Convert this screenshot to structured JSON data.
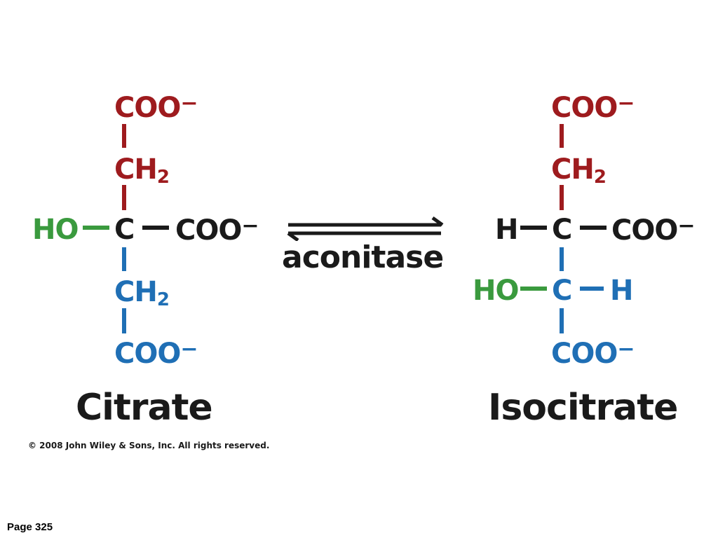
{
  "citrate": {
    "top_group": "COO",
    "top_charge": "−",
    "ch2_upper": "CH",
    "ch2_upper_sub": "2",
    "left_group": "HO",
    "center": "C",
    "right_group": "COO",
    "right_charge": "−",
    "ch2_lower": "CH",
    "ch2_lower_sub": "2",
    "bottom_group": "COO",
    "bottom_charge": "−",
    "name": "Citrate"
  },
  "isocitrate": {
    "top_group": "COO",
    "top_charge": "−",
    "ch2": "CH",
    "ch2_sub": "2",
    "left_h": "H",
    "center_upper": "C",
    "right_group": "COO",
    "right_charge": "−",
    "left_ho": "HO",
    "center_lower": "C",
    "right_h": "H",
    "bottom_group": "COO",
    "bottom_charge": "−",
    "name": "Isocitrate"
  },
  "reaction": {
    "enzyme": "aconitase",
    "arrow": "equilibrium"
  },
  "footer": {
    "copyright": "© 2008 John Wiley & Sons, Inc. All rights reserved.",
    "page": "Page 325"
  },
  "colors": {
    "red": "#9e1b1e",
    "green": "#3a9a3e",
    "blue": "#1f6fb5",
    "black": "#1a1a1a"
  }
}
